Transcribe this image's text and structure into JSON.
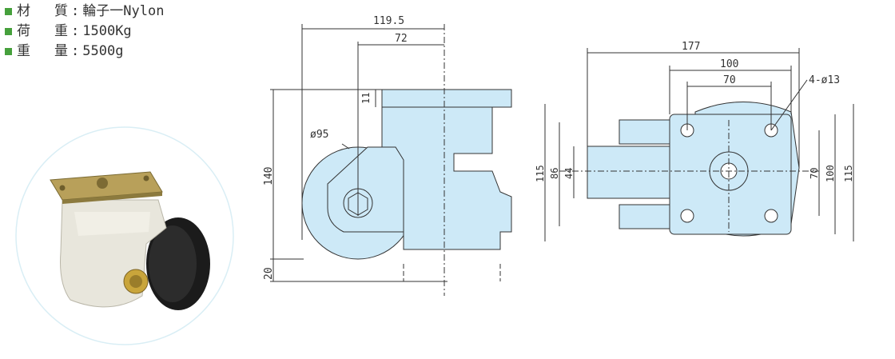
{
  "specs": [
    {
      "label": "材 質",
      "value": "輪子一Nylon"
    },
    {
      "label": "荷 重",
      "value": "1500Kg"
    },
    {
      "label": "重 量",
      "value": "5500g"
    }
  ],
  "colors": {
    "part_fill": "#cde9f7",
    "line": "#333333",
    "bullet": "#46a03c"
  },
  "side_view": {
    "dims": {
      "total_width": "119.5",
      "axle_offset": "72",
      "plate_thickness": "11",
      "wheel_dia": "ø95",
      "height": "140",
      "stroke": "20"
    }
  },
  "front_view": {
    "dims": {
      "overall_width": "177",
      "plate_width": "100",
      "hole_pitch_x": "70",
      "holes": "4-ø13",
      "height_left": "115",
      "body_height": "86",
      "inner_height": "44",
      "hole_pitch_y": "70",
      "plate_height": "100",
      "height_right": "115"
    }
  }
}
